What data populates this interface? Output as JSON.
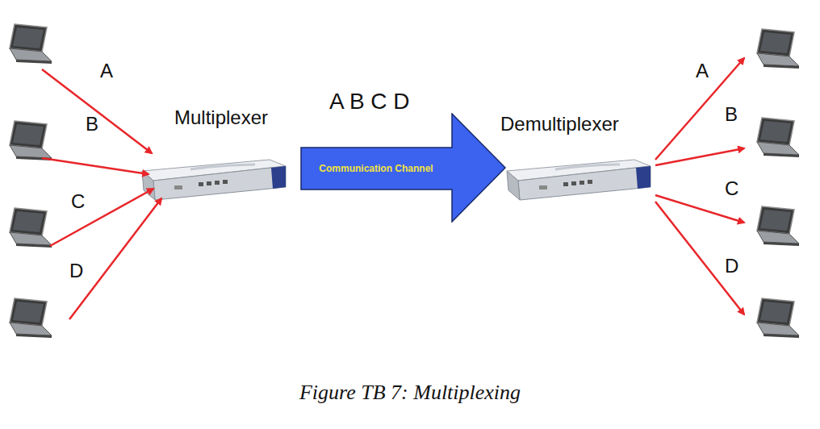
{
  "diagram": {
    "caption": "Figure TB 7: Multiplexing",
    "nodes": [
      {
        "text": [
          "Multiplexer"
        ]
      },
      {
        "text": [
          "Communication Channel"
        ]
      },
      {
        "text": [
          "Demultiplexer"
        ]
      }
    ],
    "labels": [
      "A",
      "B",
      "C",
      "D",
      "A B C D",
      "A",
      "B",
      "C",
      "D"
    ]
  }
}
